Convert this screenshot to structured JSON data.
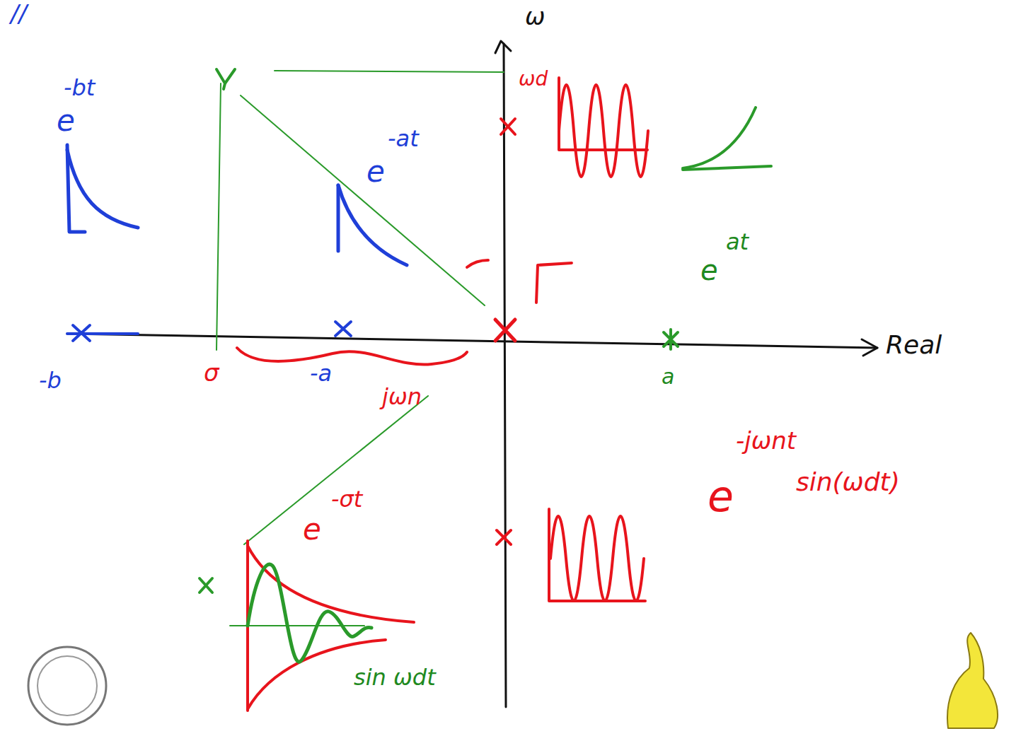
{
  "diagram": {
    "labels": [
      "//",
      "ω",
      "Real",
      "ωd",
      "e",
      "-bt",
      "e",
      "-at",
      "e",
      "at",
      "-b",
      "σ",
      "-a",
      "a",
      "jωn",
      "e",
      "-jωnt",
      "sin(ωdt)",
      "e",
      "-σt",
      "sin ωdt"
    ]
  }
}
